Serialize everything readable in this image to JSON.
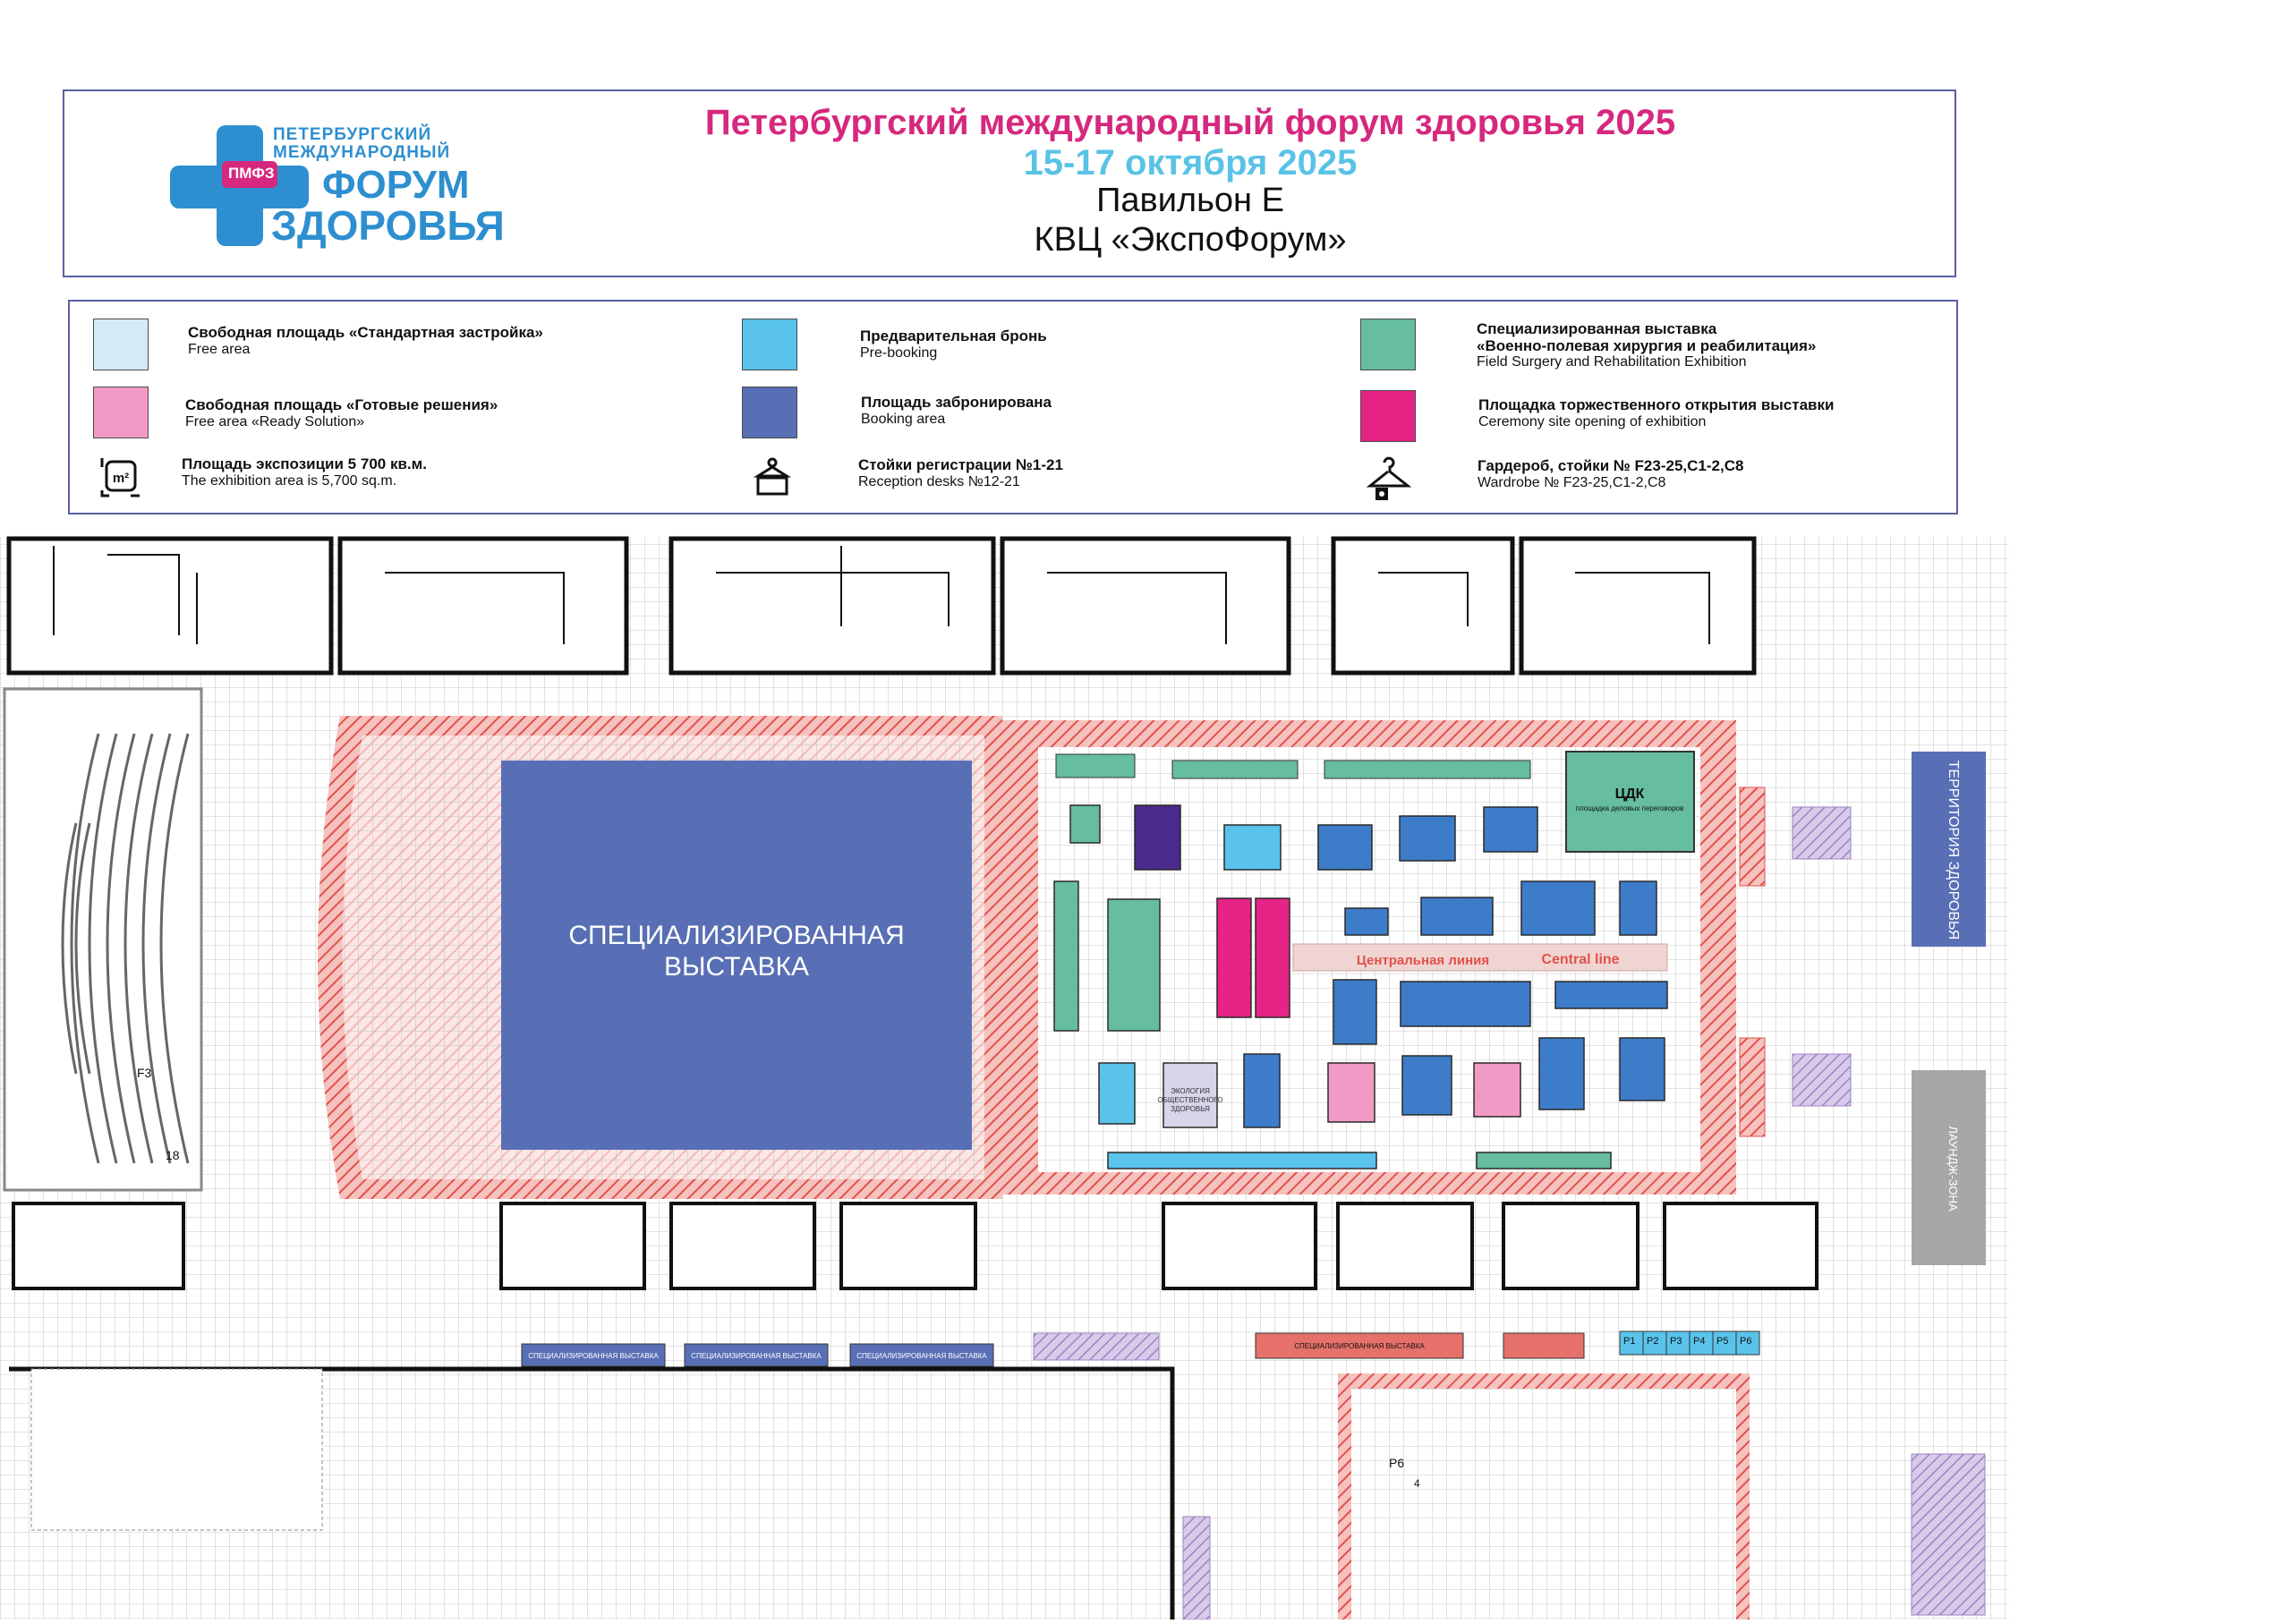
{
  "header": {
    "logo_lines": [
      "ПЕТЕРБУРГСКИЙ",
      "МЕЖДУНАРОДНЫЙ",
      "ФОРУМ",
      "ЗДОРОВЬЯ"
    ],
    "logo_badge": "ПМФЗ",
    "title": "Петербургский международный форум здоровья 2025",
    "dates": "15-17 октября 2025",
    "pavilion": "Павильон Е",
    "venue": "КВЦ «ЭкспоФорум»"
  },
  "legend": {
    "items": [
      {
        "ru": "Свободная площадь «Стандартная застройка»",
        "en": "Free area",
        "color": "#d3ebf5"
      },
      {
        "ru": "Предварительная бронь",
        "en": "Pre-booking",
        "color": "#59c3ec"
      },
      {
        "ru": "Специализированная выставка",
        "ru2": "«Военно-полевая хирургия и реабилитация»",
        "en": "Field Surgery and Rehabilitation Exhibition",
        "color": "#66bd9f"
      },
      {
        "ru": "Свободная площадь «Готовые решения»",
        "en": "Free area «Ready Solution»",
        "color": "#f29ac6"
      },
      {
        "ru": "Площадь забронирована",
        "en": "Booking area",
        "color": "#586fb5"
      },
      {
        "ru": "Площадка торжественного открытия выставки",
        "en": "Ceremony site opening of exhibition",
        "color": "#e52486"
      },
      {
        "ru": "Площадь экспозиции 5 700 кв.м.",
        "en": "The exhibition area is 5,700 sq.m.",
        "icon": "area-m2-icon"
      },
      {
        "ru": "Стойки регистрации №1-21",
        "en": "Reception desks №12-21",
        "icon": "reception-desk-icon"
      },
      {
        "ru": "Гардероб, стойки № F23-25,C1-2,C8",
        "en": "Wardrobe № F23-25,C1-2,C8",
        "icon": "wardrobe-hanger-icon"
      }
    ]
  },
  "plan": {
    "big_hall_label": [
      "СПЕЦИАЛИЗИРОВАННАЯ",
      "ВЫСТАВКА"
    ],
    "central_line_ru": "Центральная линия",
    "central_line_en": "Central line",
    "cdk_title": "ЦДК",
    "cdk_sub": "площадка деловых переговоров",
    "health_territory": "ТЕРРИТОРИЯ ЗДОРОВЬЯ",
    "lounge_zone": "ЛАУНДЖ-ЗОНА",
    "bottom_strip_label": "СПЕЦИАЛИЗИРОВАННАЯ ВЫСТАВКА",
    "ecology_label": [
      "ЭКОЛОГИЯ",
      "ОБЩЕСТВЕННОГО",
      "ЗДОРОВЬЯ"
    ],
    "parking_labels": [
      "P1",
      "P2",
      "P3",
      "P4",
      "P5",
      "P6"
    ],
    "misc_labels": {
      "f3": "F3",
      "n18": "18",
      "p6": "P6",
      "n4": "4"
    },
    "colors": {
      "booked": "#586fb5",
      "prebook": "#59c3ec",
      "free": "#d3ebf5",
      "military": "#66bd9f",
      "ready": "#f29ac6",
      "ceremony": "#e52486",
      "hatch": "#e0524b",
      "stand_blue": "#3d7cc9",
      "purple": "#4a2a8a",
      "lounge": "#a7a7a7",
      "violet_hatch": "#9d83c4"
    }
  }
}
